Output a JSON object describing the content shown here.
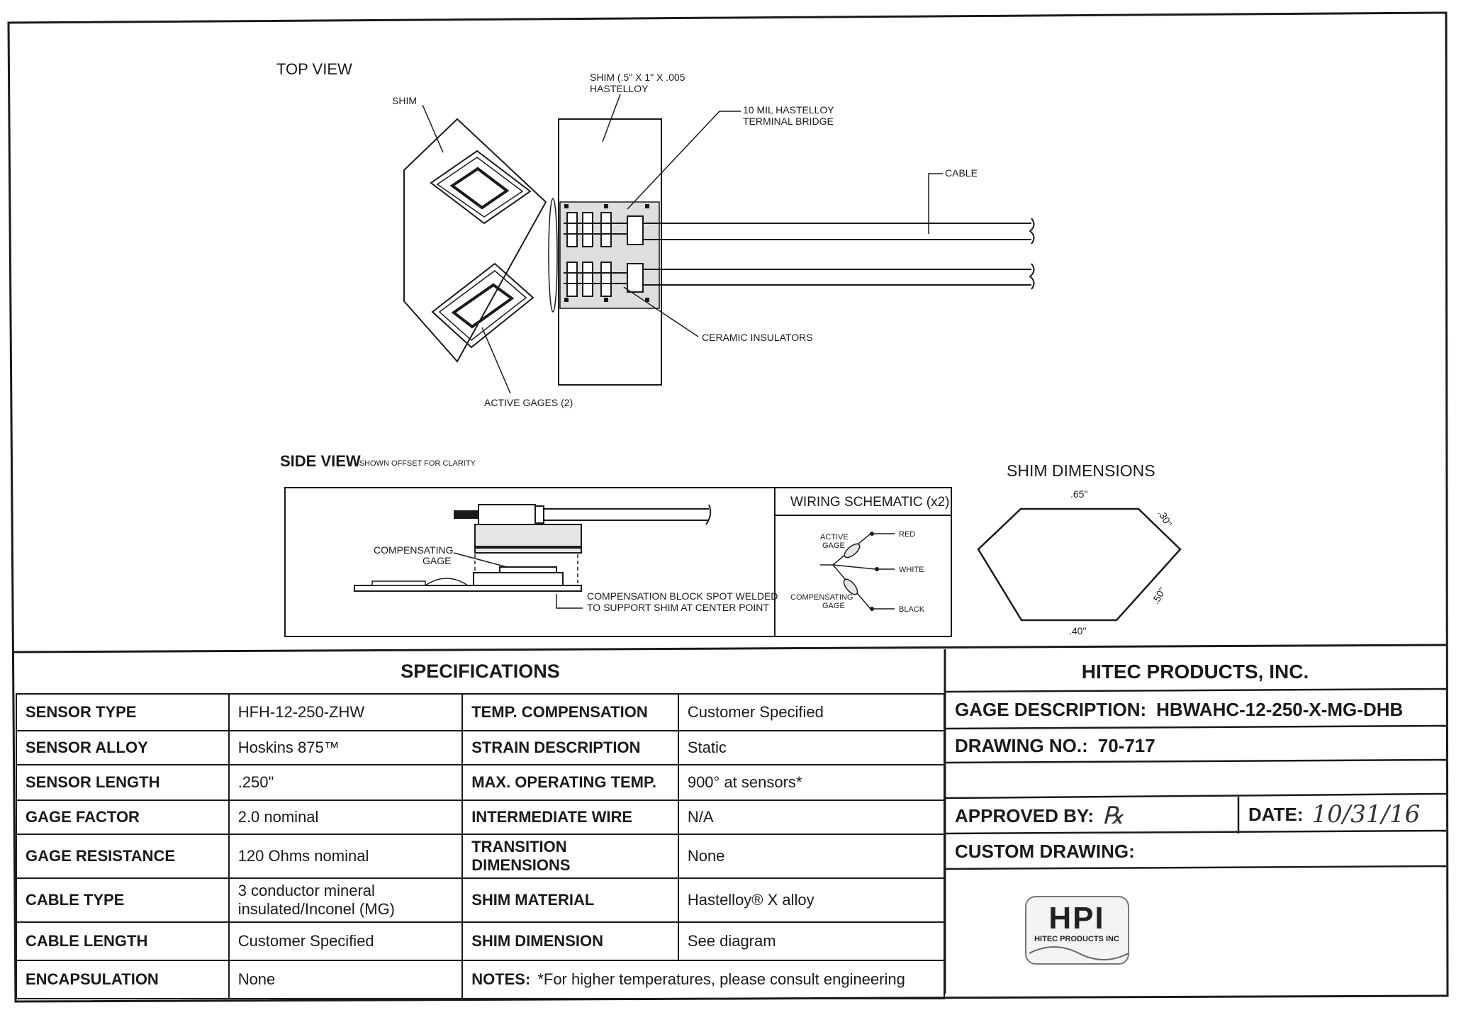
{
  "drawing": {
    "top_view_title": "TOP VIEW",
    "labels": {
      "shim": "SHIM",
      "shim_spec_line1": "SHIM (.5\" X 1\" X .005",
      "shim_spec_line2": "HASTELLOY",
      "terminal_bridge_line1": "10 MIL HASTELLOY",
      "terminal_bridge_line2": "TERMINAL BRIDGE",
      "cable": "CABLE",
      "ceramic_insulators": "CERAMIC INSULATORS",
      "active_gages": "ACTIVE  GAGES (2)"
    },
    "side_view_title": "SIDE VIEW",
    "side_view_note": "- SHOWN OFFSET FOR CLARITY",
    "side_labels": {
      "comp_gage_line1": "COMPENSATING",
      "comp_gage_line2": "GAGE",
      "comp_block_line1": "COMPENSATION BLOCK SPOT WELDED",
      "comp_block_line2": "TO SUPPORT SHIM AT CENTER POINT"
    },
    "wiring": {
      "title": "WIRING SCHEMATIC (x2)",
      "active_gage_line1": "ACTIVE",
      "active_gage_line2": "GAGE",
      "comp_gage_line1": "COMPENSATING",
      "comp_gage_line2": "GAGE",
      "red": "RED",
      "white": "WHITE",
      "black": "BLACK"
    },
    "shim_dimensions": {
      "title": "SHIM DIMENSIONS",
      "top": ".65\"",
      "upper_right": ".30\"",
      "lower_right": ".50\"",
      "bottom": ".40\""
    }
  },
  "specifications": {
    "title": "SPECIFICATIONS",
    "rows": [
      {
        "k1": "SENSOR TYPE",
        "v1": "HFH-12-250-ZHW",
        "k2": "TEMP. COMPENSATION",
        "v2": "Customer Specified"
      },
      {
        "k1": "SENSOR ALLOY",
        "v1": "Hoskins 875™",
        "k2": "STRAIN DESCRIPTION",
        "v2": "Static"
      },
      {
        "k1": "SENSOR LENGTH",
        "v1": ".250\"",
        "k2": "MAX. OPERATING TEMP.",
        "v2": "900° at sensors*"
      },
      {
        "k1": "GAGE FACTOR",
        "v1": "2.0 nominal",
        "k2": "INTERMEDIATE WIRE",
        "v2": "N/A"
      },
      {
        "k1": "GAGE RESISTANCE",
        "v1": "120 Ohms nominal",
        "k2": "TRANSITION DIMENSIONS",
        "v2": "None"
      },
      {
        "k1": "CABLE TYPE",
        "v1": "3 conductor mineral insulated/Inconel (MG)",
        "k2": "SHIM MATERIAL",
        "v2": "Hastelloy® X alloy"
      },
      {
        "k1": "CABLE LENGTH",
        "v1": "Customer Specified",
        "k2": "SHIM DIMENSION",
        "v2": "See diagram"
      }
    ],
    "last_row": {
      "k1": "ENCAPSULATION",
      "v1": "None",
      "notes_label": "NOTES:",
      "notes_text": "*For higher temperatures, please consult engineering"
    }
  },
  "info": {
    "company": "HITEC PRODUCTS, INC.",
    "gage_description_label": "GAGE DESCRIPTION:",
    "gage_description_value": "HBWAHC-12-250-X-MG-DHB",
    "drawing_no_label": "DRAWING NO.:",
    "drawing_no_value": "70-717",
    "approved_by_label": "APPROVED BY:",
    "approved_by_value": "℞",
    "date_label": "DATE:",
    "date_value": "10/31/16",
    "custom_drawing_label": "CUSTOM DRAWING:",
    "logo_text": "HPI",
    "logo_subtext": "HITEC PRODUCTS INC"
  }
}
